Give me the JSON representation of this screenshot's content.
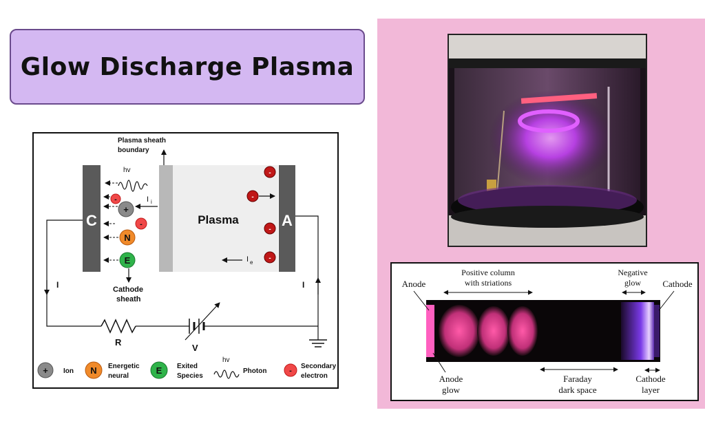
{
  "title": "Glow Discharge Plasma",
  "diagram": {
    "cathode_label": "C",
    "anode_label": "A",
    "plasma_label": "Plasma",
    "sheath_boundary_line1": "Plasma sheath",
    "sheath_boundary_line2": "boundary",
    "hv_label": "hv",
    "ion_current_label": "I",
    "ion_current_sub": "i",
    "electron_current_label": "I",
    "electron_current_sub": "e",
    "cathode_sheath_line1": "Cathode",
    "cathode_sheath_line2": "sheath",
    "current_left": "I",
    "current_right": "I",
    "resistor_label": "R",
    "voltage_label": "V",
    "ion_symbol": "+",
    "neutral_symbol": "N",
    "excited_symbol": "E",
    "electron_symbol": "-",
    "legend": {
      "ion": "Ion",
      "neutral_line1": "Energetic",
      "neutral_line2": "neural",
      "excited_line1": "Exited",
      "excited_line2": "Species",
      "photon_hv": "hv",
      "photon": "Photon",
      "electron_line1": "Secondary",
      "electron_line2": "electron"
    }
  },
  "tube_labels": {
    "anode": "Anode",
    "positive_column_line1": "Positive column",
    "positive_column_line2": "with striations",
    "negative_glow_line1": "Negative",
    "negative_glow_line2": "glow",
    "cathode": "Cathode",
    "anode_glow_line1": "Anode",
    "anode_glow_line2": "glow",
    "faraday_line1": "Faraday",
    "faraday_line2": "dark space",
    "cathode_layer_line1": "Cathode",
    "cathode_layer_line2": "layer"
  },
  "colors": {
    "title_bg": "#d4b8f2",
    "panel_bg": "#f2b8d8",
    "ion": "#8a8a8a",
    "neutral": "#f08a2a",
    "excited": "#2fb34a",
    "electron_secondary": "#f04848",
    "electron_plasma": "#c01818",
    "electrode": "#5a5a5a",
    "plasma_glow": "#c040f0"
  }
}
